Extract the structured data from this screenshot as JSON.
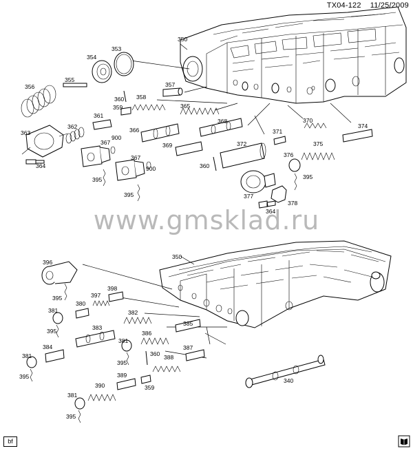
{
  "header": {
    "code": "TX04-122",
    "date": "11/25/2009"
  },
  "watermark": "www.gmsklad.ru",
  "footer": {
    "badge": "bf"
  },
  "icons": {
    "book": "book-icon"
  },
  "callouts": [
    {
      "label": "350"
    },
    {
      "label": "353"
    },
    {
      "label": "354"
    },
    {
      "label": "355"
    },
    {
      "label": "356"
    },
    {
      "label": "357"
    },
    {
      "label": "358"
    },
    {
      "label": "360"
    },
    {
      "label": "359"
    },
    {
      "label": "365"
    },
    {
      "label": "361"
    },
    {
      "label": "363"
    },
    {
      "label": "362"
    },
    {
      "label": "366"
    },
    {
      "label": "367"
    },
    {
      "label": "900"
    },
    {
      "label": "368"
    },
    {
      "label": "364"
    },
    {
      "label": "369"
    },
    {
      "label": "367"
    },
    {
      "label": "900"
    },
    {
      "label": "395"
    },
    {
      "label": "395"
    },
    {
      "label": "370"
    },
    {
      "label": "371"
    },
    {
      "label": "374"
    },
    {
      "label": "372"
    },
    {
      "label": "375"
    },
    {
      "label": "376"
    },
    {
      "label": "360"
    },
    {
      "label": "395"
    },
    {
      "label": "377"
    },
    {
      "label": "378"
    },
    {
      "label": "364"
    },
    {
      "label": "350"
    },
    {
      "label": "396"
    },
    {
      "label": "395"
    },
    {
      "label": "398"
    },
    {
      "label": "397"
    },
    {
      "label": "380"
    },
    {
      "label": "381"
    },
    {
      "label": "395"
    },
    {
      "label": "382"
    },
    {
      "label": "383"
    },
    {
      "label": "385"
    },
    {
      "label": "386"
    },
    {
      "label": "384"
    },
    {
      "label": "381"
    },
    {
      "label": "381"
    },
    {
      "label": "360"
    },
    {
      "label": "395"
    },
    {
      "label": "387"
    },
    {
      "label": "395"
    },
    {
      "label": "388"
    },
    {
      "label": "389"
    },
    {
      "label": "359"
    },
    {
      "label": "340"
    },
    {
      "label": "390"
    },
    {
      "label": "381"
    },
    {
      "label": "395"
    }
  ]
}
